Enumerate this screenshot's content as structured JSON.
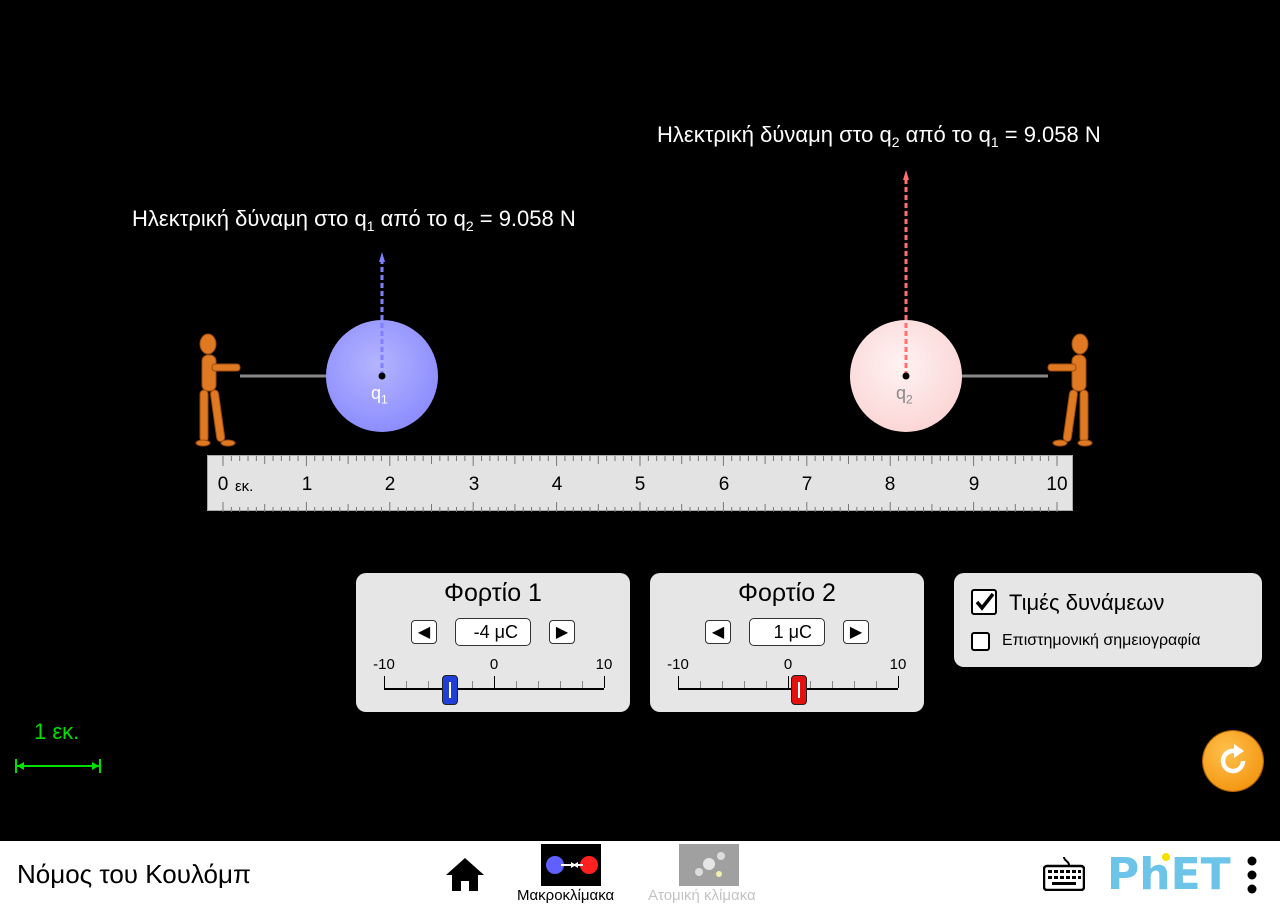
{
  "force_labels": {
    "q1": {
      "prefix": "Ηλεκτρική δύναμη στο q",
      "sub1": "1",
      "middle": " από το q",
      "sub2": "2",
      "suffix": " = 9.058 N"
    },
    "q2": {
      "prefix": "Ηλεκτρική δύναμη στο q",
      "sub1": "2",
      "middle": " από το q",
      "sub2": "1",
      "suffix": " = 9.058 N"
    }
  },
  "charges": {
    "q1": {
      "label": "q",
      "sub": "1",
      "color": "#9b9bff"
    },
    "q2": {
      "label": "q",
      "sub": "2",
      "color": "#ffd6d6"
    }
  },
  "ruler": {
    "numbers": [
      "0",
      "1",
      "2",
      "3",
      "4",
      "5",
      "6",
      "7",
      "8",
      "9",
      "10"
    ],
    "unit": "εκ."
  },
  "charge1_panel": {
    "title": "Φορτίο 1",
    "value": "-4 μC",
    "min_label": "-10",
    "mid_label": "0",
    "max_label": "10",
    "slider_value": -4,
    "thumb_color": "#1f3fd6"
  },
  "charge2_panel": {
    "title": "Φορτίο 2",
    "value": "1 μC",
    "min_label": "-10",
    "mid_label": "0",
    "max_label": "10",
    "slider_value": 1,
    "thumb_color": "#e31010"
  },
  "options": {
    "force_values_label": "Τιμές δυνάμεων",
    "force_values_checked": true,
    "scientific_label": "Επιστημονική σημειογραφία",
    "scientific_checked": false
  },
  "scale": {
    "label": "1 εκ.",
    "color": "#00e000"
  },
  "nav": {
    "title": "Νόμος του Κουλόμπ",
    "screens": [
      {
        "label": "Μακροκλίμακα",
        "active": true
      },
      {
        "label": "Ατομική κλίμακα",
        "active": false
      }
    ],
    "brand": "PhET"
  }
}
